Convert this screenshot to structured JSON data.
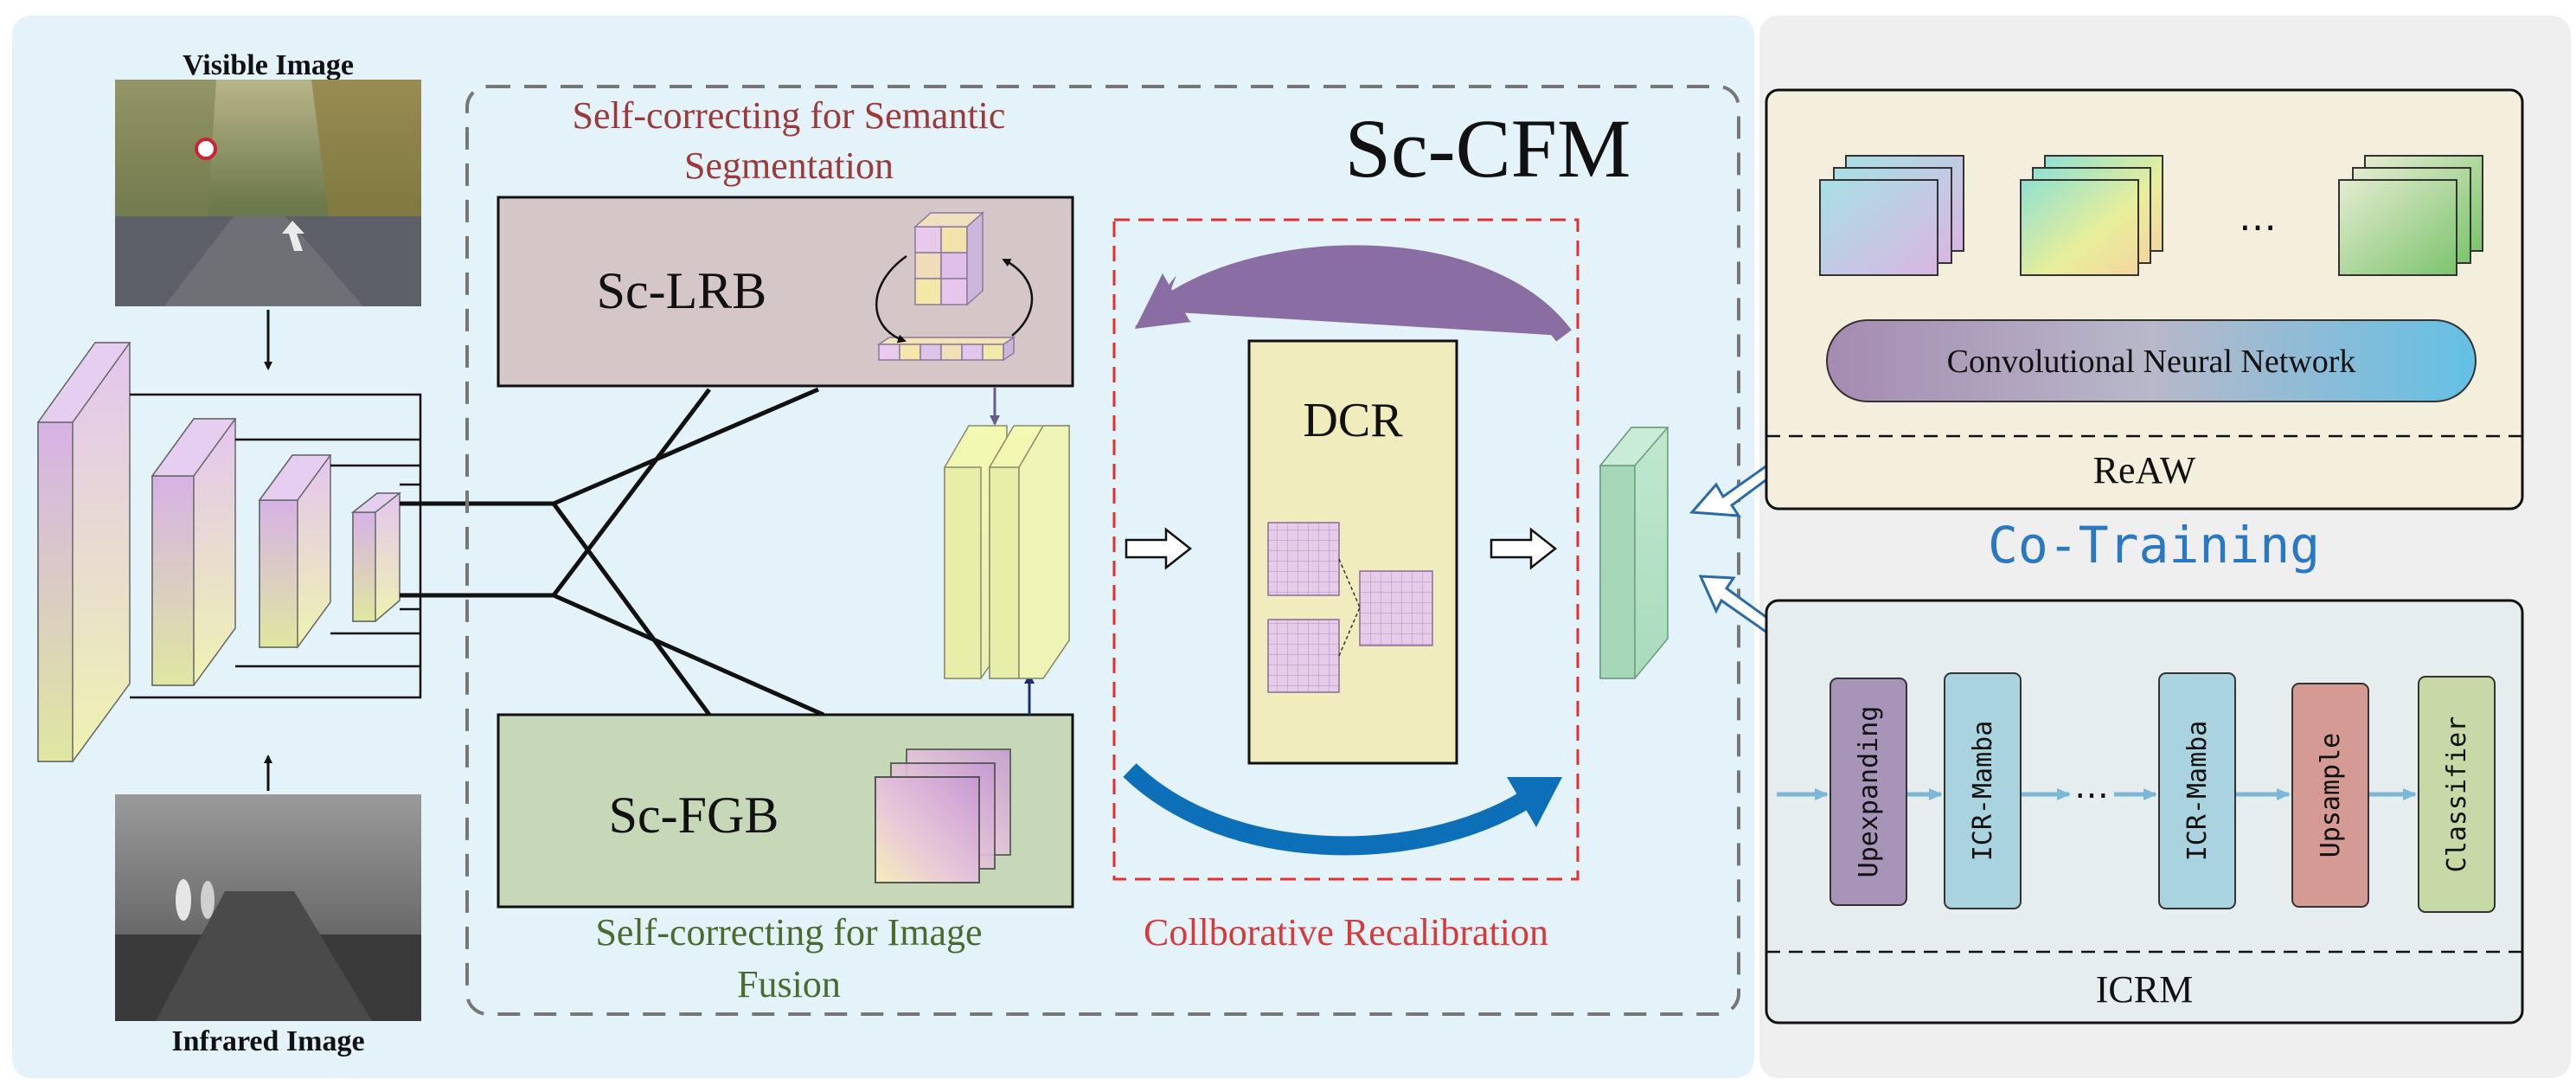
{
  "sc_cfm": {
    "title": "Sc-CFM",
    "sc_lrb": {
      "label": "Sc-LRB",
      "caption_line1": "Self-correcting for Semantic",
      "caption_line2": "Segmentation"
    },
    "sc_fgb": {
      "label": "Sc-FGB",
      "caption_line1": "Self-correcting for Image",
      "caption_line2": "Fusion"
    },
    "dcr": {
      "label": "DCR",
      "caption": "Collborative Recalibration"
    }
  },
  "inputs": {
    "visible_label": "Visible Image",
    "infrared_label": "Infrared Image"
  },
  "co_training": {
    "label": "Co-Training"
  },
  "reaw": {
    "label": "ReAW",
    "ellipsis": "…",
    "cnn_label": "Convolutional Neural Network"
  },
  "icrm": {
    "label": "ICRM",
    "blocks": [
      {
        "label": "Upexpanding",
        "fill": "#a894b8"
      },
      {
        "label": "ICR-Mamba",
        "fill": "#a9d3de"
      },
      {
        "label": "ICR-Mamba",
        "fill": "#a9d3de"
      },
      {
        "label": "Upsample",
        "fill": "#d69a94"
      },
      {
        "label": "Classifier",
        "fill": "#c6d9a6"
      }
    ],
    "ellipsis": "…"
  },
  "colors": {
    "left_bg": "#e4f3fa",
    "right_bg": "#efefef",
    "sc_lrb_fill": "#d5c6c7",
    "sc_fgb_fill": "#c6d8b7",
    "dcr_fill": "#f0ecbd",
    "reaw_fill": "#f4efdd",
    "icrm_fill": "#e6edef",
    "caption_red": "#9b3a3a",
    "caption_green": "#4a6b2d",
    "dcr_caption_red": "#d63b3b",
    "co_training_blue": "#2a78c2",
    "arrow_purple": "#8a6ea3",
    "arrow_blue": "#0d6fb8"
  }
}
